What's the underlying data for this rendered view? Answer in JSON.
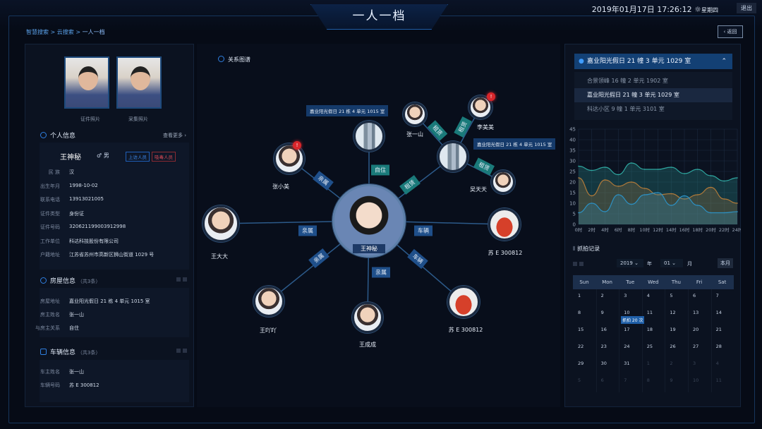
{
  "header": {
    "title": "一人一档",
    "datetime": "2019年01月17日 17:26:12",
    "weekday": "星期四",
    "weather_icon": "sun-icon",
    "exit_label": "退出",
    "back_label": "返回"
  },
  "breadcrumb": [
    "智慧搜索",
    "云搜索",
    "一人一档"
  ],
  "photos": {
    "id_label": "证件照片",
    "capture_label": "采集照片"
  },
  "personal": {
    "title": "个人信息",
    "more": "查看更多",
    "name": "王神秘",
    "gender": "♂ 男",
    "tags": [
      "上访人员",
      "吸毒人员"
    ],
    "rows": [
      {
        "k": "民 族",
        "v": "汉"
      },
      {
        "k": "出生年月",
        "v": "1998-10-02"
      },
      {
        "k": "联系电话",
        "v": "13913021005"
      },
      {
        "k": "证件类型",
        "v": "身份证"
      },
      {
        "k": "证件号码",
        "v": "320621199003912998"
      },
      {
        "k": "工作单位",
        "v": "科达科技股份有限公司"
      },
      {
        "k": "户籍地址",
        "v": "江苏省苏州市高新区狮山街道 1029 号"
      }
    ]
  },
  "house": {
    "title": "房屋信息",
    "count": "（共3条）",
    "rows": [
      {
        "k": "房屋地址",
        "v": "嘉业阳光假日 21 栋 4 单元 1015 室"
      },
      {
        "k": "房主姓名",
        "v": "张一山"
      },
      {
        "k": "与房主关系",
        "v": "自住"
      }
    ]
  },
  "vehicle": {
    "title": "车辆信息",
    "count": "（共3条）",
    "rows": [
      {
        "k": "车主姓名",
        "v": "张一山"
      },
      {
        "k": "车辆号码",
        "v": "苏 E 300812"
      }
    ]
  },
  "graph": {
    "title": "关系图谱",
    "center": "王神秘",
    "nodes": {
      "zxm": "张小美",
      "wdd": "王大大",
      "wyy": "王吖吖",
      "wcc": "王成成",
      "zys": "张一山",
      "lmm": "李美美",
      "wtt": "吴天天",
      "car1": "苏 E 300812",
      "car2": "苏 E 300812"
    },
    "addr1": "嘉业阳光假日 21 栋 4 单元 1015 室",
    "addr2": "嘉业阳光假日 21 栋 4 单元 1015 室",
    "edges": {
      "self_live": "自住",
      "relative": "亲属",
      "rent": "租赁",
      "vehicle": "车辆"
    }
  },
  "address_select": {
    "selected": "嘉业阳光假日 21 幢 3 单元 1029 室",
    "options": [
      "合景领峰 16 幢 2 单元 1902 室",
      "嘉业阳光假日 21 幢 3 单元 1029 室",
      "科达小区 9 幢 1 单元 3101 室"
    ]
  },
  "chart_data": {
    "type": "area",
    "x": [
      0,
      2,
      4,
      6,
      8,
      10,
      12,
      14,
      16,
      18,
      20,
      22,
      24
    ],
    "x_tick_labels": [
      "0时",
      "2时",
      "4时",
      "6时",
      "8时",
      "10时",
      "12时",
      "14时",
      "16时",
      "18时",
      "20时",
      "22时",
      "24时"
    ],
    "ylim": [
      0,
      45
    ],
    "y_ticks": [
      0,
      5,
      10,
      15,
      20,
      25,
      30,
      35,
      40,
      45
    ],
    "grid": true,
    "series": [
      {
        "color": "#2fa7a0",
        "values": [
          27.5,
          25.5,
          27,
          23.5,
          29,
          26,
          26,
          27,
          24,
          26,
          23,
          20.5,
          22
        ]
      },
      {
        "color": "#b07a3a",
        "values": [
          22,
          13.5,
          21,
          18,
          20,
          17,
          14,
          14.5,
          12,
          14,
          17.5,
          12,
          10
        ]
      },
      {
        "color": "#2d8fc0",
        "values": [
          5.5,
          10,
          6,
          14,
          9.5,
          14,
          15,
          9,
          13.5,
          9,
          5.5,
          5.5,
          6
        ]
      }
    ]
  },
  "capture": {
    "title": "抓拍记录",
    "year": "2019",
    "year_unit": "年",
    "month": "01",
    "month_unit": "月",
    "this_month": "本月",
    "weekdays": [
      "Sun",
      "Mon",
      "Tue",
      "Wed",
      "Thu",
      "Fri",
      "Sat"
    ],
    "days": [
      "1",
      "2",
      "3",
      "4",
      "5",
      "6",
      "7",
      "8",
      "9",
      "10",
      "11",
      "12",
      "13",
      "14",
      "15",
      "16",
      "17",
      "18",
      "19",
      "20",
      "21",
      "22",
      "23",
      "24",
      "25",
      "26",
      "27",
      "28",
      "29",
      "30",
      "31",
      "1",
      "2",
      "3",
      "4",
      "5",
      "6",
      "7",
      "8",
      "9",
      "10",
      "11"
    ],
    "event": "抓拍 20 次"
  }
}
